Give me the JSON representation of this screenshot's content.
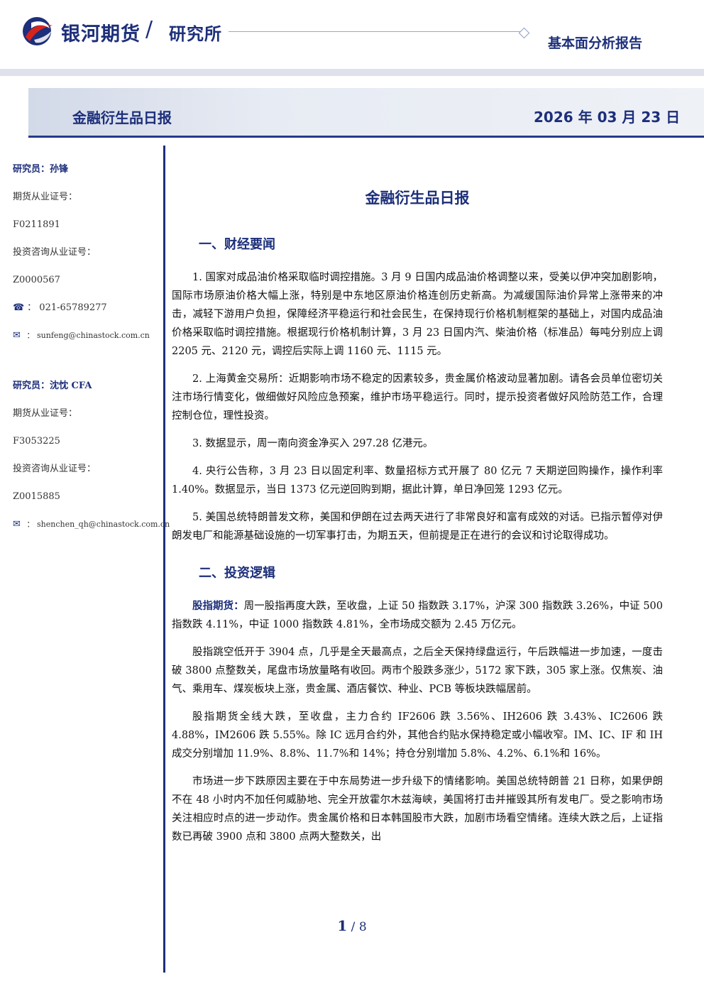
{
  "header": {
    "brand": "银河期货",
    "slash": "/",
    "institute": "研究所",
    "report_type": "基本面分析报告"
  },
  "banner": {
    "title": "金融衍生品日报",
    "date": "2026 年 03 月 23 日"
  },
  "analysts": [
    {
      "name_line": "研究员：孙锋",
      "futures_cert_label": "期货从业证号：",
      "futures_cert": "F0211891",
      "consult_cert_label": "投资咨询从业证号：",
      "consult_cert": "Z0000567",
      "phone": "021-65789277",
      "email": "sunfeng@chinastock.com.cn"
    },
    {
      "name_line": "研究员：沈忱  CFA",
      "futures_cert_label": "期货从业证号：",
      "futures_cert": "F3053225",
      "consult_cert_label": "投资咨询从业证号：",
      "consult_cert": "Z0015885",
      "email": "shenchen_qh@chinastock.com.cn"
    }
  ],
  "icons": {
    "phone": "phone-icon",
    "email": "email-icon"
  },
  "main": {
    "title": "金融衍生品日报",
    "sections": [
      {
        "heading": "一、财经要闻",
        "paragraphs": [
          "1. 国家对成品油价格采取临时调控措施。3 月 9 日国内成品油价格调整以来，受美以伊冲突加剧影响，国际市场原油价格大幅上涨，特别是中东地区原油价格连创历史新高。为减缓国际油价异常上涨带来的冲击，减轻下游用户负担，保障经济平稳运行和社会民生，在保持现行价格机制框架的基础上，对国内成品油价格采取临时调控措施。根据现行价格机制计算，3 月 23 日国内汽、柴油价格（标准品）每吨分别应上调 2205 元、2120 元，调控后实际上调 1160 元、1115 元。",
          "2. 上海黄金交易所：近期影响市场不稳定的因素较多，贵金属价格波动显著加剧。请各会员单位密切关注市场行情变化，做细做好风险应急预案，维护市场平稳运行。同时，提示投资者做好风险防范工作，合理控制仓位，理性投资。",
          "3. 数据显示，周一南向资金净买入 297.28 亿港元。",
          "4. 央行公告称，3 月 23 日以固定利率、数量招标方式开展了 80 亿元 7 天期逆回购操作，操作利率 1.40%。数据显示，当日 1373 亿元逆回购到期，据此计算，单日净回笼 1293 亿元。",
          "5. 美国总统特朗普发文称，美国和伊朗在过去两天进行了非常良好和富有成效的对话。已指示暂停对伊朗发电厂和能源基础设施的一切军事打击，为期五天，但前提是正在进行的会议和讨论取得成功。"
        ]
      },
      {
        "heading": "二、投资逻辑",
        "lead_label": "股指期货：",
        "lead_text": "周一股指再度大跌，至收盘，上证 50 指数跌 3.17%，沪深 300 指数跌 3.26%，中证 500 指数跌 4.11%，中证 1000 指数跌 4.81%，全市场成交额为 2.45 万亿元。",
        "paragraphs": [
          "股指跳空低开于 3904 点，几乎是全天最高点，之后全天保持绿盘运行，午后跌幅进一步加速，一度击破 3800 点整数关，尾盘市场放量略有收回。两市个股跌多涨少，5172 家下跌，305 家上涨。仅焦炭、油气、乘用车、煤炭板块上涨，贵金属、酒店餐饮、种业、PCB 等板块跌幅居前。",
          "股指期货全线大跌，至收盘，主力合约 IF2606 跌 3.56%、IH2606 跌 3.43%、IC2606 跌 4.88%，IM2606 跌 5.55%。除 IC 远月合约外，其他合约贴水保持稳定或小幅收窄。IM、IC、IF 和 IH 成交分别增加 11.9%、8.8%、11.7%和 14%；持仓分别增加 5.8%、4.2%、6.1%和 16%。",
          "市场进一步下跌原因主要在于中东局势进一步升级下的情绪影响。美国总统特朗普 21 日称，如果伊朗不在 48 小时内不加任何威胁地、完全开放霍尔木兹海峡，美国将打击并摧毁其所有发电厂。受之影响市场关注相应时点的进一步动作。贵金属价格和日本韩国股市大跌，加剧市场看空情绪。连续大跌之后，上证指数已再破 3900 点和 3800 点两大整数关，出"
        ]
      }
    ]
  },
  "footer": {
    "page": "1",
    "sep": "/",
    "total": "8"
  },
  "colors": {
    "brand_navy": "#1d2f7a",
    "logo_red": "#d6241d",
    "banner_bg": "#e7ebf3"
  }
}
